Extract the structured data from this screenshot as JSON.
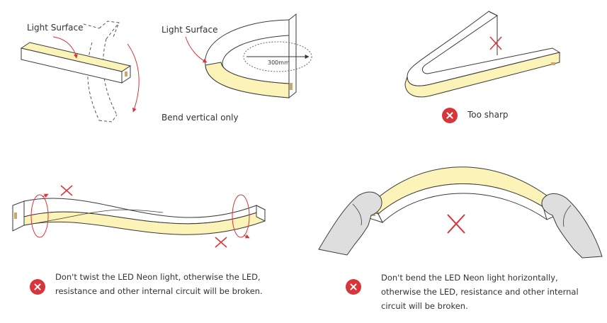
{
  "panels": {
    "vertical_bend": {
      "label_a": "Light Surface",
      "label_b": "Light Surface",
      "radius": "300mm",
      "caption": "Bend vertical only"
    },
    "too_sharp": {
      "caption": "Too sharp"
    },
    "twist": {
      "line1": "Don't twist the LED Neon light, otherwise the LED,",
      "line2": "resistance and other internal circuit will be broken."
    },
    "horizontal_bend": {
      "line1": "Don't bend the LED Neon light horizontally,",
      "line2": "otherwise the LED, resistance and other internal",
      "line3": "circuit will be broken."
    }
  },
  "colors": {
    "glow": "#fbf3b8",
    "outline": "#3a3a3a",
    "warning": "#d7353a",
    "glove": "#dedede"
  }
}
